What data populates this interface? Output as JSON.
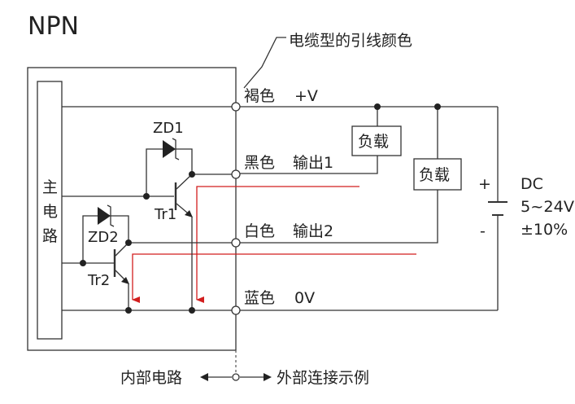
{
  "title": "NPN",
  "cable_color_caption": "电缆型的引线颜色",
  "main_circuit_label": [
    "主",
    "电",
    "路"
  ],
  "wires": [
    {
      "color": "褐色",
      "signal": "+V"
    },
    {
      "color": "黑色",
      "signal": "输出1"
    },
    {
      "color": "白色",
      "signal": "输出2"
    },
    {
      "color": "蓝色",
      "signal": "0V"
    }
  ],
  "components": {
    "zd1": "ZD1",
    "zd2": "ZD2",
    "tr1": "Tr1",
    "tr2": "Tr2",
    "load1": "负载",
    "load2": "负载"
  },
  "supply": {
    "plus": "+",
    "minus": "-",
    "type": "DC",
    "voltage": "5~24V",
    "tolerance": "±10%"
  },
  "footer": {
    "internal": "内部电路",
    "external": "外部连接示例"
  },
  "colors": {
    "line": "#333333",
    "current_path": "#d21e1e"
  }
}
